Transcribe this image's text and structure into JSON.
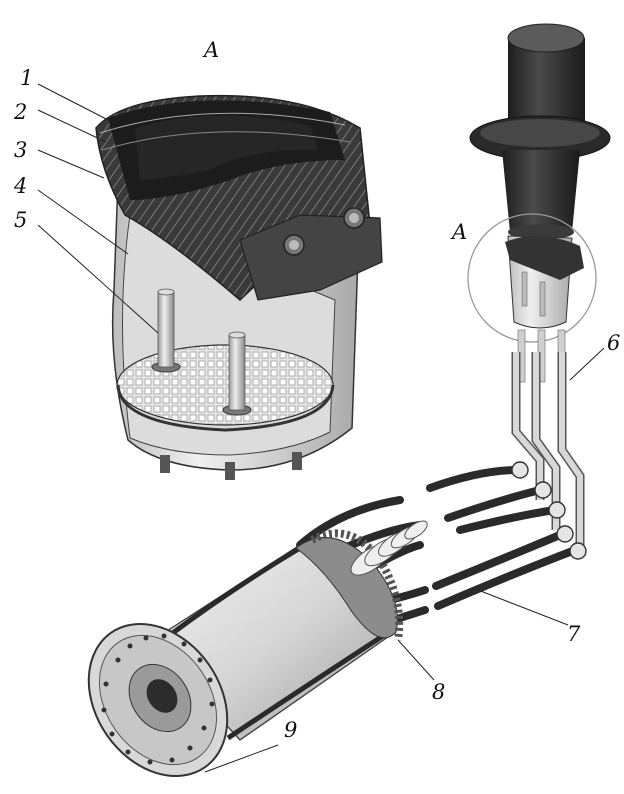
{
  "figure": {
    "detail_label": "A",
    "detail_label_inset": "A",
    "callouts": [
      "1",
      "2",
      "3",
      "4",
      "5",
      "6",
      "7",
      "8",
      "9"
    ]
  },
  "colors": {
    "ink": "#111111",
    "dark_part": "#2b2b2b",
    "mid_gray": "#8a8a8a",
    "light_gray": "#d9d9d9",
    "background": "#ffffff"
  }
}
